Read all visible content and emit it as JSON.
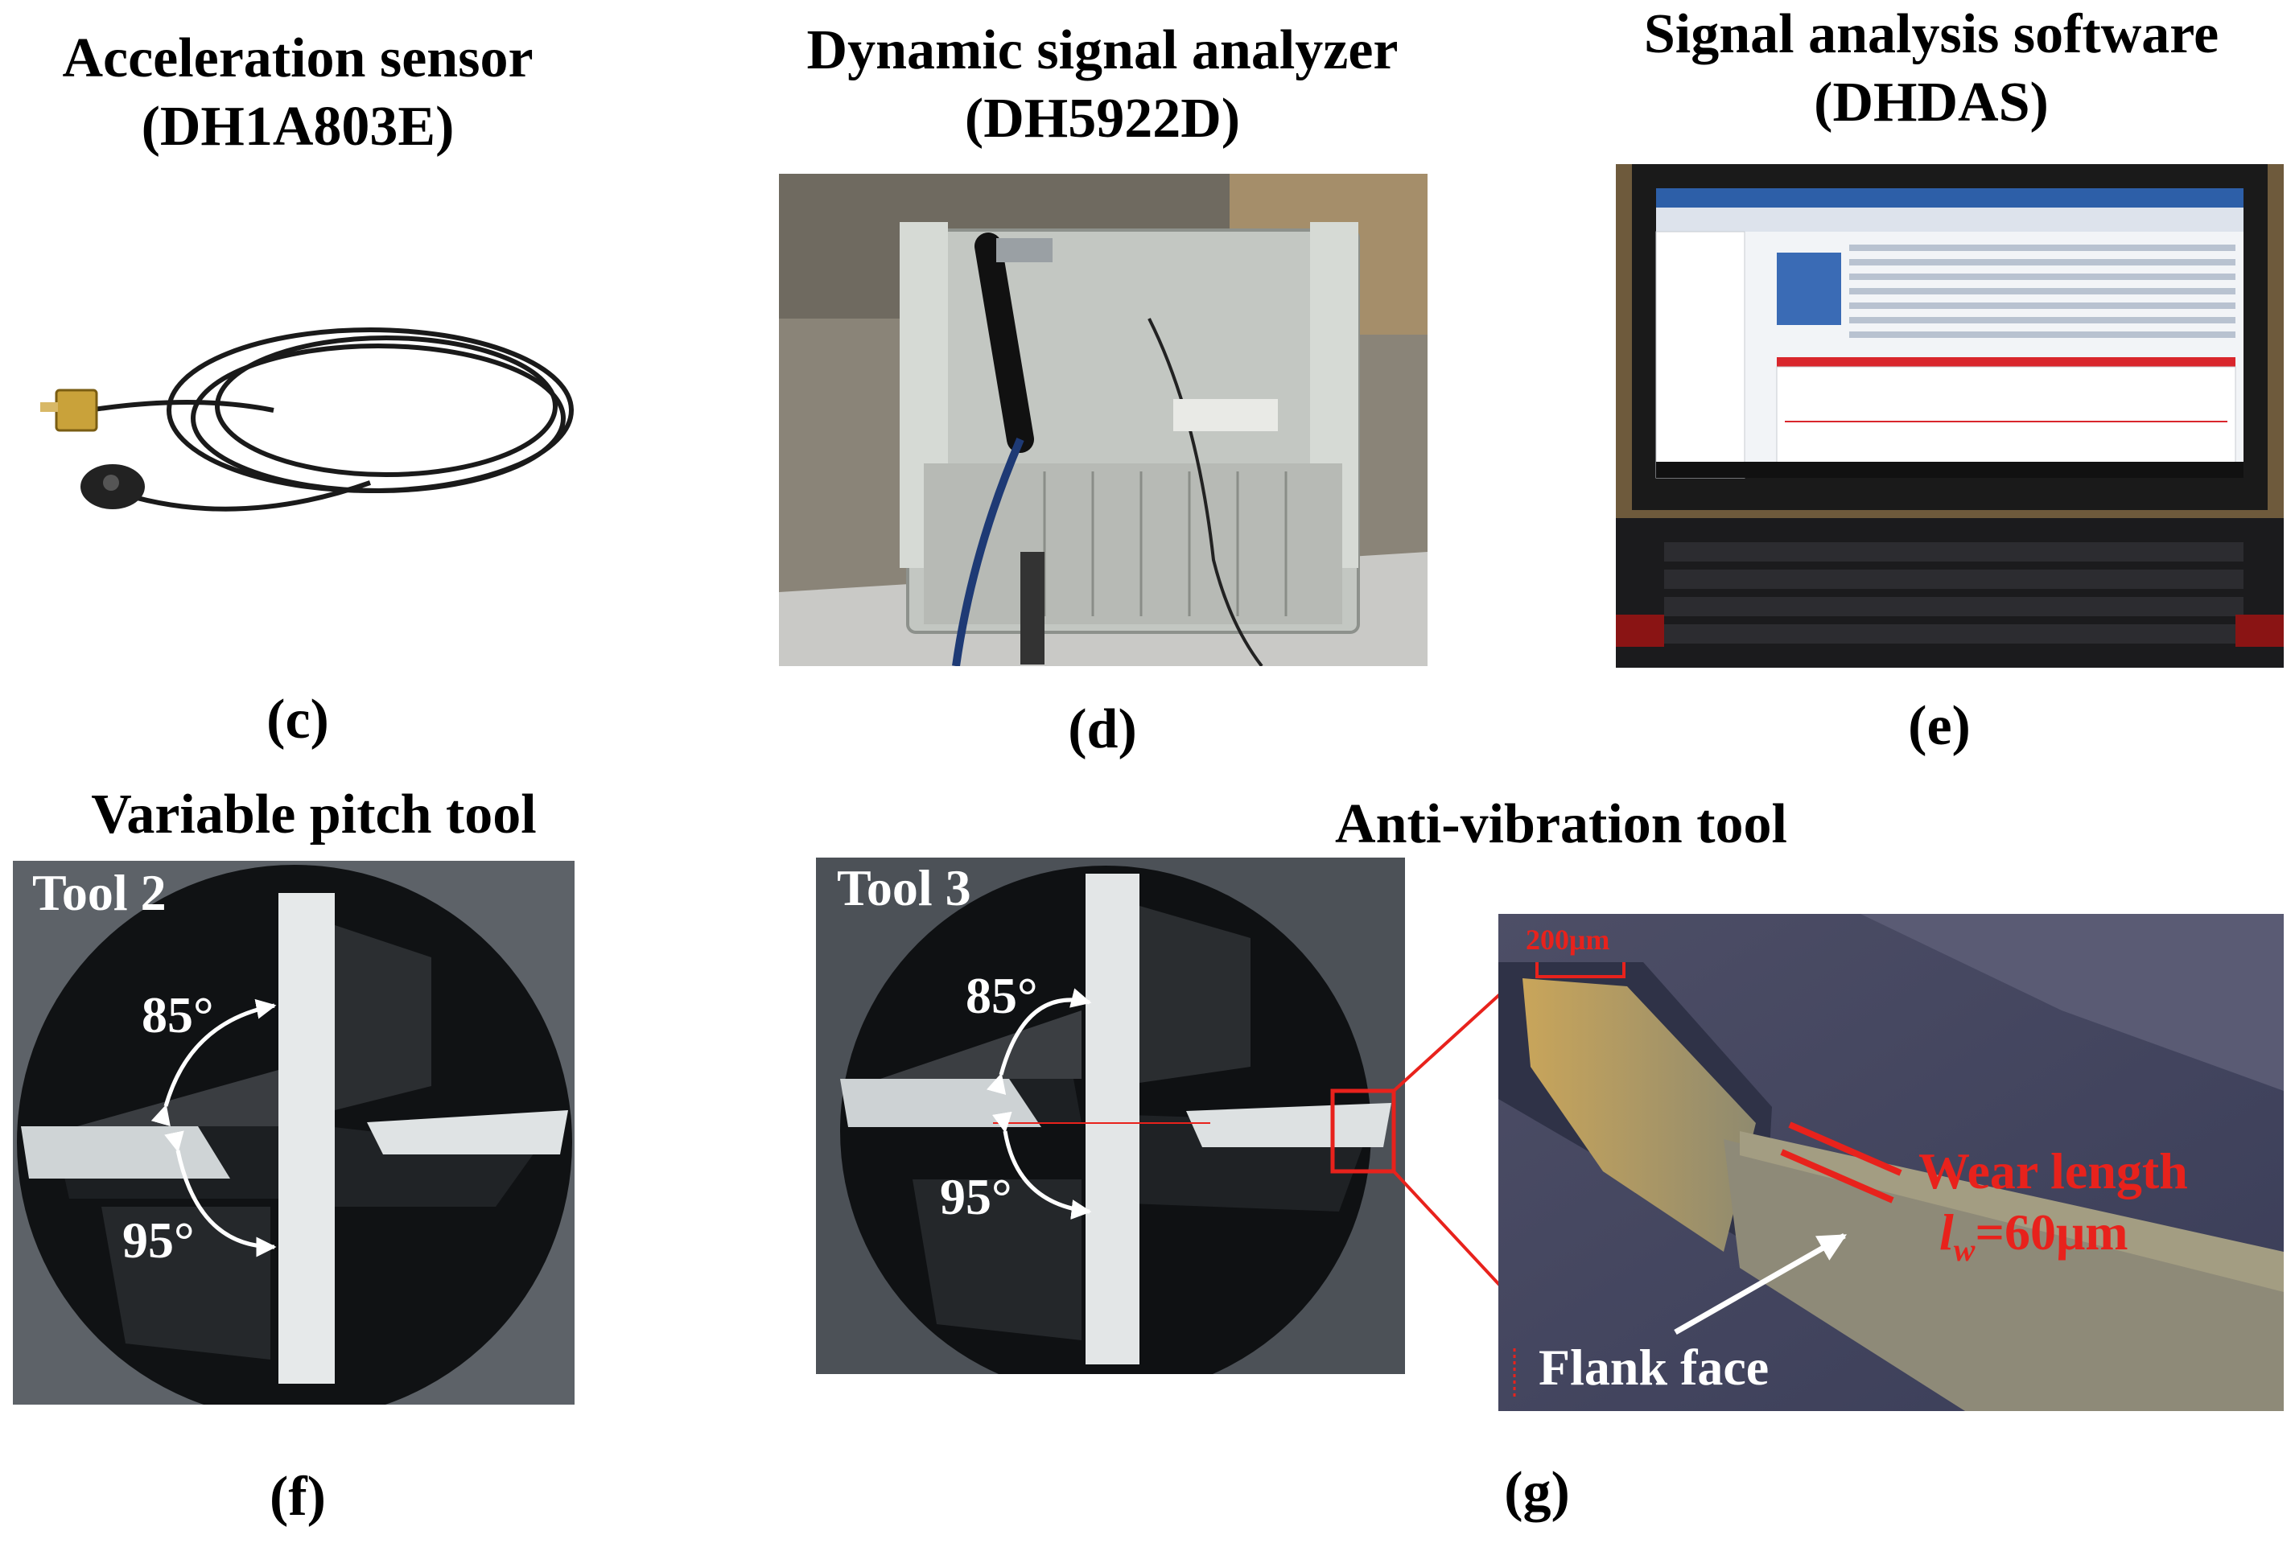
{
  "panels": {
    "c": {
      "title_line1": "Acceleration sensor",
      "title_line2": "(DH1A803E)",
      "caption": "(c)"
    },
    "d": {
      "title_line1": "Dynamic signal analyzer",
      "title_line2": "(DH5922D)",
      "caption": "(d)"
    },
    "e": {
      "title_line1": "Signal analysis software",
      "title_line2": "(DHDAS)",
      "caption": "(e)"
    },
    "f": {
      "title": "Variable pitch tool",
      "tool_label": "Tool 2",
      "angle_top": "85°",
      "angle_bottom": "95°",
      "caption": "(f)"
    },
    "g": {
      "title": "Anti-vibration tool",
      "tool_label": "Tool 3",
      "angle_top": "85°",
      "angle_bottom": "95°",
      "scale_bar": "200μm",
      "wear_title": "Wear length",
      "wear_symbol": "l",
      "wear_subscript": "w",
      "wear_value": "=60μm",
      "flank_label": "Flank face",
      "caption": "(g)"
    }
  },
  "colors": {
    "annotation_red": "#e8221c",
    "arrow_white": "#ffffff"
  }
}
